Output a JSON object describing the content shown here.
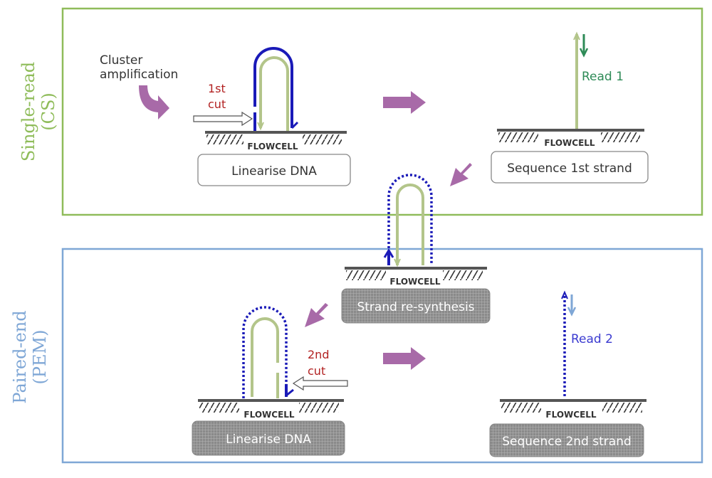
{
  "sections": {
    "single_read": {
      "label_line1": "Single-read",
      "label_line2": "(CS)",
      "color": "#8fbc5a"
    },
    "paired_end": {
      "label_line1": "Paired-end",
      "label_line2": "(PEM)",
      "color": "#7fa7d6"
    }
  },
  "labels": {
    "cluster_amp_1": "Cluster",
    "cluster_amp_2": "amplification",
    "first_cut_1": "1st",
    "first_cut_2": "cut",
    "second_cut_1": "2nd",
    "second_cut_2": "cut",
    "read1": "Read 1",
    "read2": "Read 2",
    "flowcell": "FLOWCELL"
  },
  "steps": {
    "linearise_1": "Linearise DNA",
    "sequence_1": "Sequence 1st strand",
    "resynthesis": "Strand re-synthesis",
    "linearise_2": "Linearise DNA",
    "sequence_2": "Sequence 2nd strand"
  },
  "colors": {
    "strand_green": "#b3c58a",
    "strand_blue": "#1a1ab8",
    "arrow_purple": "#a86aa8",
    "cut_text": "#b22222",
    "read1_text": "#2e8b57",
    "read2_text": "#3a3ad0",
    "flowcell_line": "#555555"
  }
}
